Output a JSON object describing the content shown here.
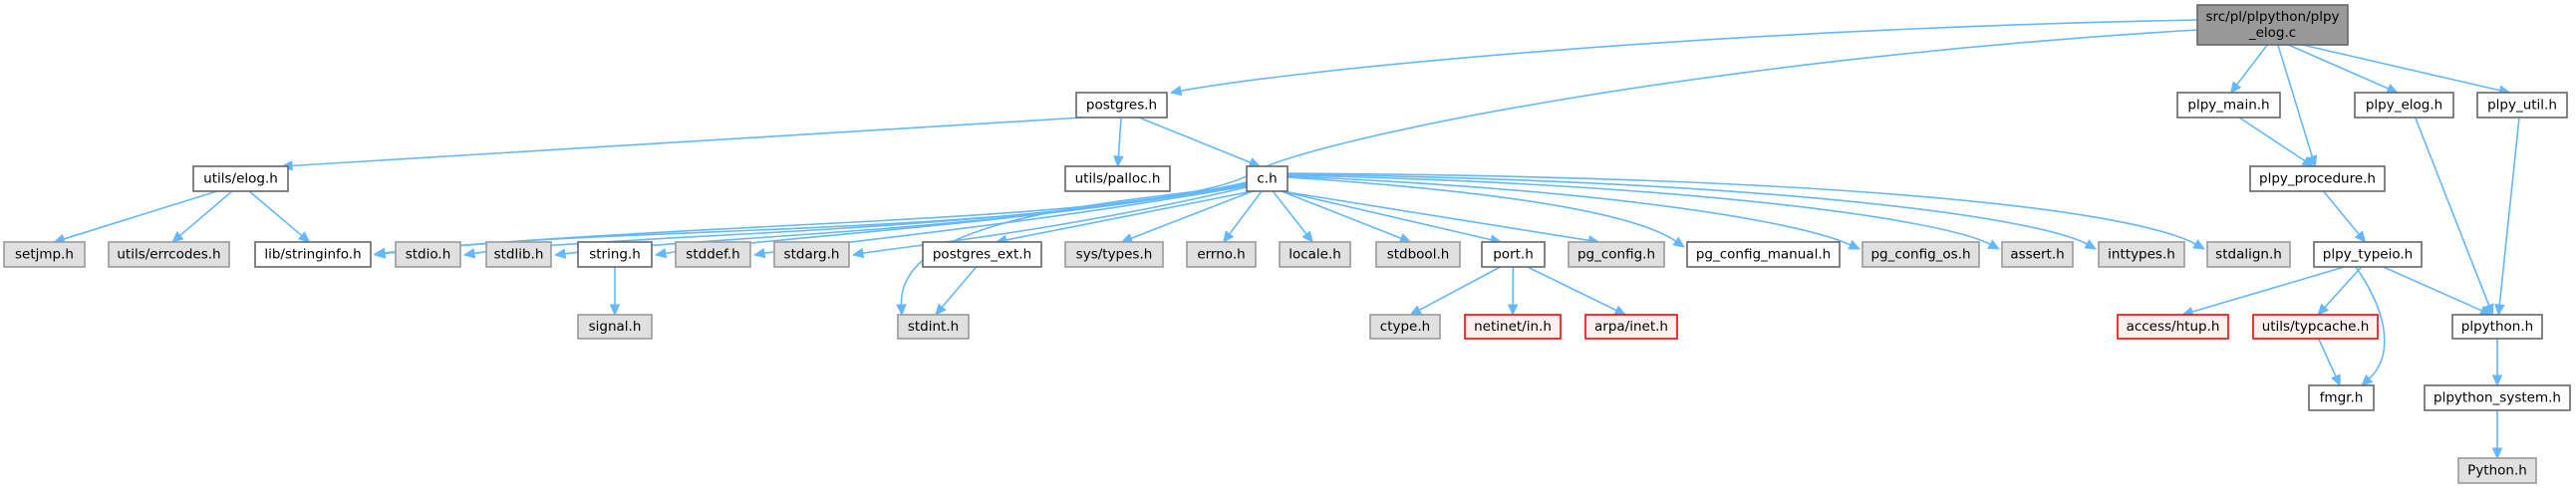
{
  "title": "Include dependency graph for src/pl/plpython/plpy_elog.c",
  "legend_colors": {
    "edge": "#63b8ff",
    "root_fill": "#999999",
    "normal_fill": "#ffffff",
    "system_fill": "#e0e0e0",
    "missing_fill": "#fff0f0",
    "missing_border": "#ff0000"
  },
  "nodes": [
    {
      "id": "root",
      "label": [
        "src/pl/plpython/plpy",
        "_elog.c"
      ],
      "kind": "root"
    },
    {
      "id": "postgres_h",
      "label": [
        "postgres.h"
      ],
      "kind": "normal"
    },
    {
      "id": "plpy_main_h",
      "label": [
        "plpy_main.h"
      ],
      "kind": "normal"
    },
    {
      "id": "plpy_elog_h",
      "label": [
        "plpy_elog.h"
      ],
      "kind": "normal"
    },
    {
      "id": "plpy_util_h",
      "label": [
        "plpy_util.h"
      ],
      "kind": "normal"
    },
    {
      "id": "utils_elog_h",
      "label": [
        "utils/elog.h"
      ],
      "kind": "normal"
    },
    {
      "id": "utils_palloc_h",
      "label": [
        "utils/palloc.h"
      ],
      "kind": "normal"
    },
    {
      "id": "c_h",
      "label": [
        "c.h"
      ],
      "kind": "normal"
    },
    {
      "id": "plpy_procedure_h",
      "label": [
        "plpy_procedure.h"
      ],
      "kind": "normal"
    },
    {
      "id": "setjmp_h",
      "label": [
        "setjmp.h"
      ],
      "kind": "system"
    },
    {
      "id": "utils_errcodes_h",
      "label": [
        "utils/errcodes.h"
      ],
      "kind": "system"
    },
    {
      "id": "lib_stringinfo_h",
      "label": [
        "lib/stringinfo.h"
      ],
      "kind": "normal"
    },
    {
      "id": "stdio_h",
      "label": [
        "stdio.h"
      ],
      "kind": "system"
    },
    {
      "id": "stdlib_h",
      "label": [
        "stdlib.h"
      ],
      "kind": "system"
    },
    {
      "id": "string_h",
      "label": [
        "string.h"
      ],
      "kind": "normal"
    },
    {
      "id": "stddef_h",
      "label": [
        "stddef.h"
      ],
      "kind": "system"
    },
    {
      "id": "stdarg_h",
      "label": [
        "stdarg.h"
      ],
      "kind": "system"
    },
    {
      "id": "postgres_ext_h",
      "label": [
        "postgres_ext.h"
      ],
      "kind": "normal"
    },
    {
      "id": "sys_types_h",
      "label": [
        "sys/types.h"
      ],
      "kind": "system"
    },
    {
      "id": "errno_h",
      "label": [
        "errno.h"
      ],
      "kind": "system"
    },
    {
      "id": "locale_h",
      "label": [
        "locale.h"
      ],
      "kind": "system"
    },
    {
      "id": "stdbool_h",
      "label": [
        "stdbool.h"
      ],
      "kind": "system"
    },
    {
      "id": "port_h",
      "label": [
        "port.h"
      ],
      "kind": "normal"
    },
    {
      "id": "pg_config_h",
      "label": [
        "pg_config.h"
      ],
      "kind": "system"
    },
    {
      "id": "pg_config_manual_h",
      "label": [
        "pg_config_manual.h"
      ],
      "kind": "normal"
    },
    {
      "id": "pg_config_os_h",
      "label": [
        "pg_config_os.h"
      ],
      "kind": "system"
    },
    {
      "id": "assert_h",
      "label": [
        "assert.h"
      ],
      "kind": "system"
    },
    {
      "id": "inttypes_h",
      "label": [
        "inttypes.h"
      ],
      "kind": "system"
    },
    {
      "id": "stdalign_h",
      "label": [
        "stdalign.h"
      ],
      "kind": "system"
    },
    {
      "id": "plpy_typeio_h",
      "label": [
        "plpy_typeio.h"
      ],
      "kind": "normal"
    },
    {
      "id": "signal_h",
      "label": [
        "signal.h"
      ],
      "kind": "system"
    },
    {
      "id": "stdint_h",
      "label": [
        "stdint.h"
      ],
      "kind": "system"
    },
    {
      "id": "ctype_h",
      "label": [
        "ctype.h"
      ],
      "kind": "system"
    },
    {
      "id": "netinet_in_h",
      "label": [
        "netinet/in.h"
      ],
      "kind": "missing"
    },
    {
      "id": "arpa_inet_h",
      "label": [
        "arpa/inet.h"
      ],
      "kind": "missing"
    },
    {
      "id": "access_htup_h",
      "label": [
        "access/htup.h"
      ],
      "kind": "missing"
    },
    {
      "id": "utils_typcache_h",
      "label": [
        "utils/typcache.h"
      ],
      "kind": "missing"
    },
    {
      "id": "plpython_h",
      "label": [
        "plpython.h"
      ],
      "kind": "normal"
    },
    {
      "id": "fmgr_h",
      "label": [
        "fmgr.h"
      ],
      "kind": "normal"
    },
    {
      "id": "plpython_system_h",
      "label": [
        "plpython_system.h"
      ],
      "kind": "normal"
    },
    {
      "id": "python_h",
      "label": [
        "Python.h"
      ],
      "kind": "system"
    }
  ],
  "edges": [
    [
      "root",
      "postgres_h"
    ],
    [
      "root",
      "lib_stringinfo_h"
    ],
    [
      "root",
      "plpy_main_h"
    ],
    [
      "root",
      "plpy_procedure_h"
    ],
    [
      "root",
      "plpy_elog_h"
    ],
    [
      "root",
      "plpy_util_h"
    ],
    [
      "postgres_h",
      "utils_elog_h"
    ],
    [
      "postgres_h",
      "utils_palloc_h"
    ],
    [
      "postgres_h",
      "c_h"
    ],
    [
      "utils_elog_h",
      "setjmp_h"
    ],
    [
      "utils_elog_h",
      "utils_errcodes_h"
    ],
    [
      "utils_elog_h",
      "lib_stringinfo_h"
    ],
    [
      "c_h",
      "lib_stringinfo_h"
    ],
    [
      "c_h",
      "stdio_h"
    ],
    [
      "c_h",
      "stdlib_h"
    ],
    [
      "c_h",
      "string_h"
    ],
    [
      "c_h",
      "stddef_h"
    ],
    [
      "c_h",
      "stdarg_h"
    ],
    [
      "c_h",
      "postgres_ext_h"
    ],
    [
      "c_h",
      "stdint_h"
    ],
    [
      "c_h",
      "sys_types_h"
    ],
    [
      "c_h",
      "errno_h"
    ],
    [
      "c_h",
      "locale_h"
    ],
    [
      "c_h",
      "stdbool_h"
    ],
    [
      "c_h",
      "port_h"
    ],
    [
      "c_h",
      "pg_config_h"
    ],
    [
      "c_h",
      "pg_config_manual_h"
    ],
    [
      "c_h",
      "pg_config_os_h"
    ],
    [
      "c_h",
      "assert_h"
    ],
    [
      "c_h",
      "inttypes_h"
    ],
    [
      "c_h",
      "stdalign_h"
    ],
    [
      "string_h",
      "signal_h"
    ],
    [
      "postgres_ext_h",
      "stdint_h"
    ],
    [
      "port_h",
      "ctype_h"
    ],
    [
      "port_h",
      "netinet_in_h"
    ],
    [
      "port_h",
      "arpa_inet_h"
    ],
    [
      "plpy_main_h",
      "plpy_procedure_h"
    ],
    [
      "plpy_procedure_h",
      "plpy_typeio_h"
    ],
    [
      "plpy_elog_h",
      "plpython_h"
    ],
    [
      "plpy_util_h",
      "plpython_h"
    ],
    [
      "plpy_typeio_h",
      "access_htup_h"
    ],
    [
      "plpy_typeio_h",
      "utils_typcache_h"
    ],
    [
      "plpy_typeio_h",
      "fmgr_h"
    ],
    [
      "plpy_typeio_h",
      "plpython_h"
    ],
    [
      "utils_typcache_h",
      "fmgr_h"
    ],
    [
      "plpython_h",
      "plpython_system_h"
    ],
    [
      "plpython_system_h",
      "python_h"
    ]
  ]
}
